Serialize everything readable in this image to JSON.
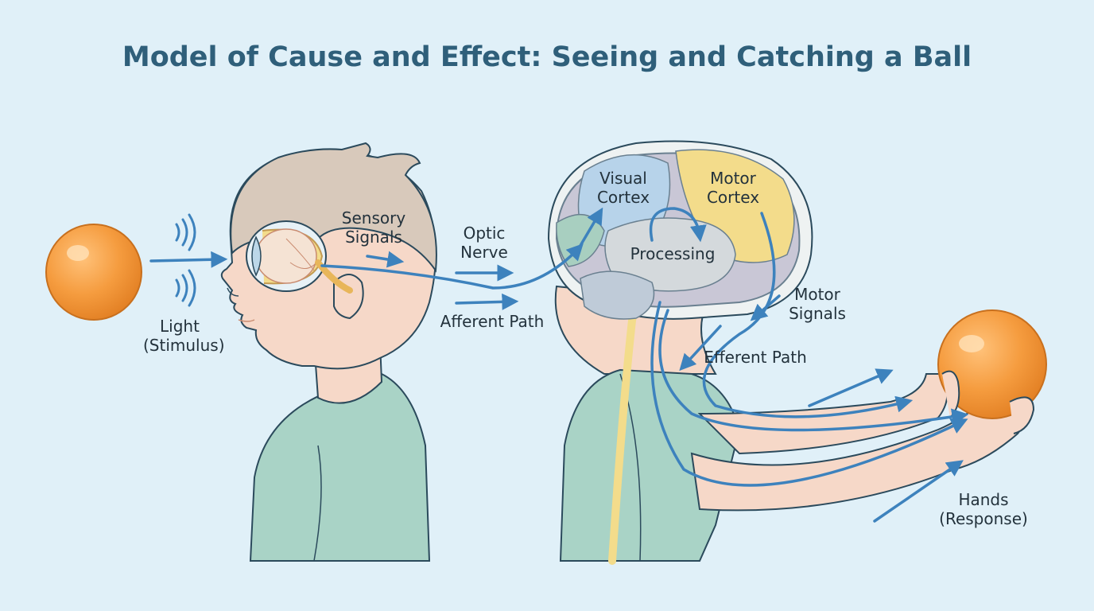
{
  "title": "Model of Cause and Effect: Seeing and Catching a Ball",
  "labels": {
    "light": "Light",
    "stimulus": "(Stimulus)",
    "sensory": "Sensory",
    "signals": "Signals",
    "optic": "Optic",
    "nerve": "Nerve",
    "afferent": "Afferent Path",
    "visual": "Visual",
    "visual_cortex": "Cortex",
    "motor": "Motor",
    "motor_cortex": "Cortex",
    "processing": "Processing",
    "motor_signals_1": "Motor",
    "motor_signals_2": "Signals",
    "efferent": "Efferent Path",
    "hands": "Hands",
    "response": "(Response)"
  },
  "colors": {
    "background": "#e0f0f8",
    "arrow": "#3d82bd",
    "ball": "#f39a3e",
    "skin": "#f6d8c8",
    "hair": "#d8c9bb",
    "shirt": "#a9d3c6",
    "visual_cortex": "#b7d3ea",
    "motor_cortex": "#f3dc8b",
    "processing": "#d4d9dc"
  }
}
